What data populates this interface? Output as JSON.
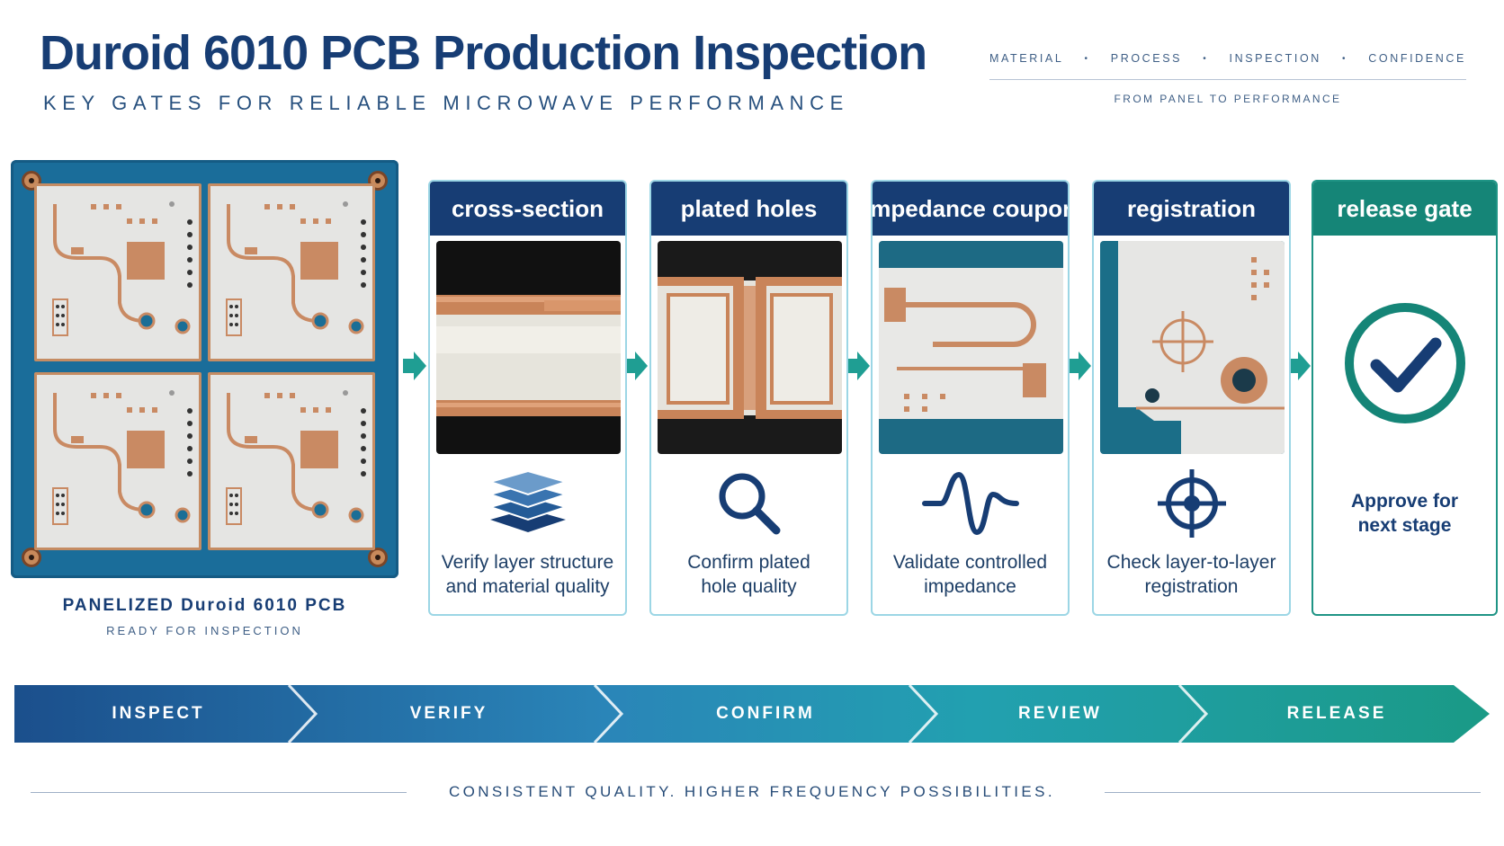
{
  "header": {
    "title": "Duroid 6010 PCB Production Inspection",
    "subtitle": "KEY GATES FOR RELIABLE MICROWAVE PERFORMANCE",
    "tags": [
      "MATERIAL",
      "PROCESS",
      "INSPECTION",
      "CONFIDENCE"
    ],
    "tag_separator": "•",
    "tag_subtitle": "FROM PANEL TO PERFORMANCE"
  },
  "panel": {
    "caption": "PANELIZED Duroid 6010 PCB",
    "subcaption": "READY FOR INSPECTION"
  },
  "stages": [
    {
      "title": "cross-section",
      "description_line1": "Verify layer structure",
      "description_line2": "and material quality",
      "icon": "layers-icon"
    },
    {
      "title": "plated holes",
      "description_line1": "Confirm plated",
      "description_line2": "hole quality",
      "icon": "magnifier-icon"
    },
    {
      "title": "impedance coupon",
      "description_line1": "Validate controlled",
      "description_line2": "impedance",
      "icon": "waveform-icon"
    },
    {
      "title": "registration",
      "description_line1": "Check layer-to-layer",
      "description_line2": "registration",
      "icon": "crosshair-icon"
    },
    {
      "title": "release gate",
      "description_line1": "Approve for",
      "description_line2": "next stage",
      "icon": "checkmark-icon"
    }
  ],
  "flow": [
    "INSPECT",
    "VERIFY",
    "CONFIRM",
    "REVIEW",
    "RELEASE"
  ],
  "footer": "CONSISTENT QUALITY.   HIGHER FREQUENCY POSSIBILITIES.",
  "colors": {
    "navy": "#173d74",
    "teal": "#158577",
    "card_border": "#9cd6e5",
    "copper": "#c98a63",
    "substrate_blue": "#1a6d9a"
  }
}
